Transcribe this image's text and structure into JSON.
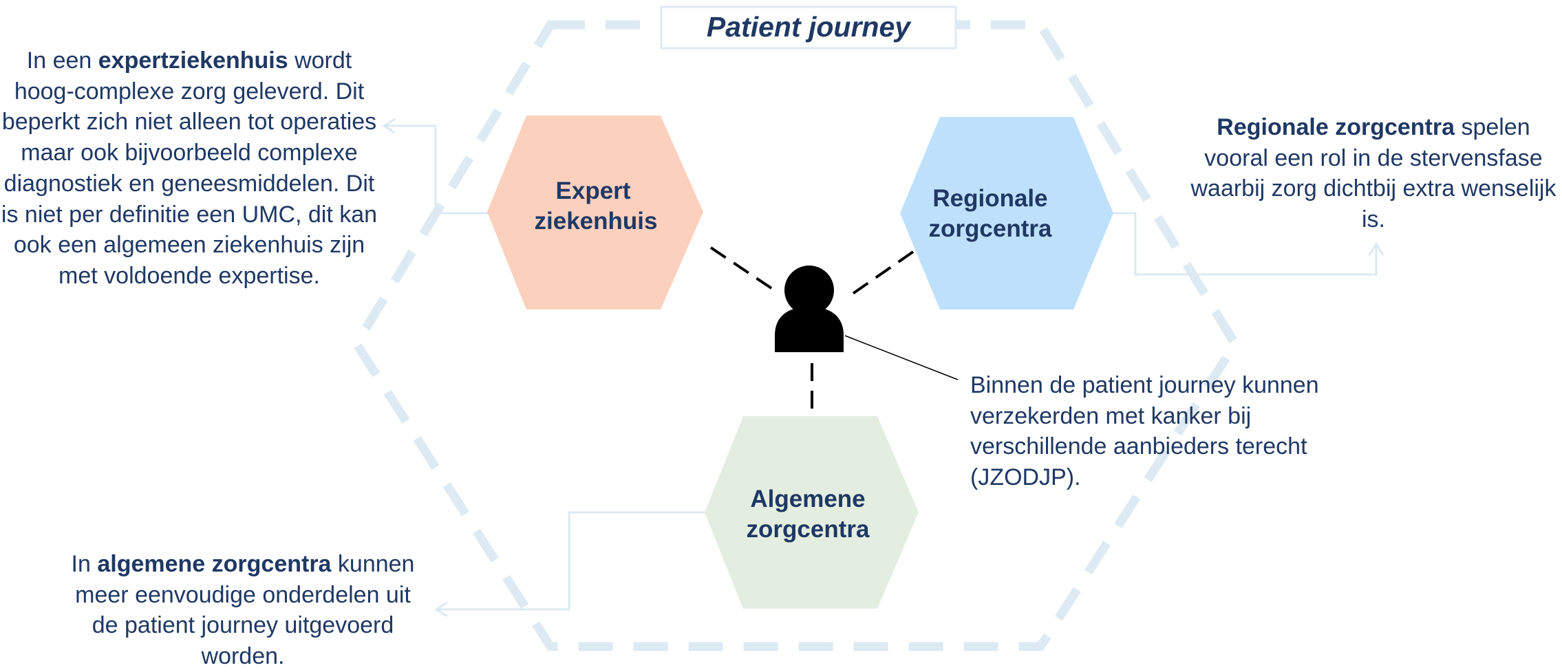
{
  "title": "Patient journey",
  "colors": {
    "text": "#1f3864",
    "frame": "#dde9f3",
    "connector": "#dce9f3",
    "expert_fill": "#fbd0bd",
    "regionale_fill": "#bfe0fb",
    "algemene_fill": "#e3eee0",
    "person": "#000000"
  },
  "icons": {
    "patient": "person-icon"
  },
  "nodes": {
    "expert": {
      "line1": "Expert",
      "line2": "ziekenhuis"
    },
    "regionale": {
      "line1": "Regionale",
      "line2": "zorgcentra"
    },
    "algemene": {
      "line1": "Algemene",
      "line2": "zorgcentra"
    }
  },
  "descriptions": {
    "expert": {
      "pre": "In een ",
      "bold": "expertziekenhuis",
      "post": " wordt hoog-complexe zorg geleverd. Dit beperkt zich niet alleen tot operaties maar ook bijvoorbeeld complexe diagnostiek en geneesmiddelen. Dit is niet per definitie een UMC, dit kan ook een algemeen ziekenhuis zijn met voldoende expertise."
    },
    "regionale": {
      "pre": "",
      "bold": "Regionale zorgcentra",
      "post": " spelen vooral een rol in de stervensfase waarbij zorg dichtbij extra wenselijk is."
    },
    "algemene": {
      "pre": "In ",
      "bold": "algemene zorgcentra",
      "post": " kunnen meer eenvoudige onderdelen uit de patient journey uitgevoerd worden."
    },
    "patient": {
      "text": "Binnen de patient journey kunnen verzekerden met kanker bij verschillende aanbieders terecht (JZODJP)."
    }
  }
}
